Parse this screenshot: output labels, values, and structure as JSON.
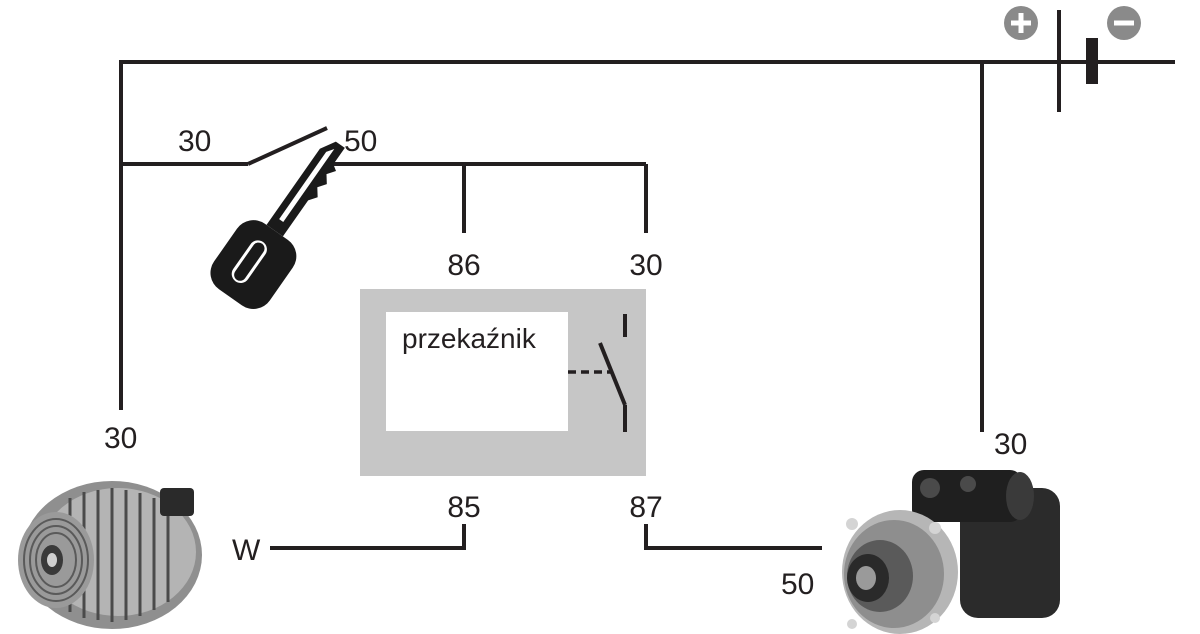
{
  "diagram": {
    "relay_label": "przekaźnik",
    "terminals": {
      "ignition_30": "30",
      "ignition_50": "50",
      "relay_86": "86",
      "relay_30": "30",
      "relay_85": "85",
      "relay_87": "87",
      "alternator_30": "30",
      "alternator_w": "W",
      "starter_30": "30",
      "starter_50": "50"
    },
    "battery": {
      "positive_symbol": "+",
      "negative_symbol": "−"
    },
    "colors": {
      "wire": "#231f20",
      "relay_body": "#c6c6c6",
      "battery_terminal_icons": "#8a8a8a",
      "key": "#1a1a1a"
    },
    "icons": [
      "ignition-key-icon",
      "alternator-icon",
      "starter-motor-icon",
      "battery-plus-icon",
      "battery-minus-icon"
    ]
  }
}
